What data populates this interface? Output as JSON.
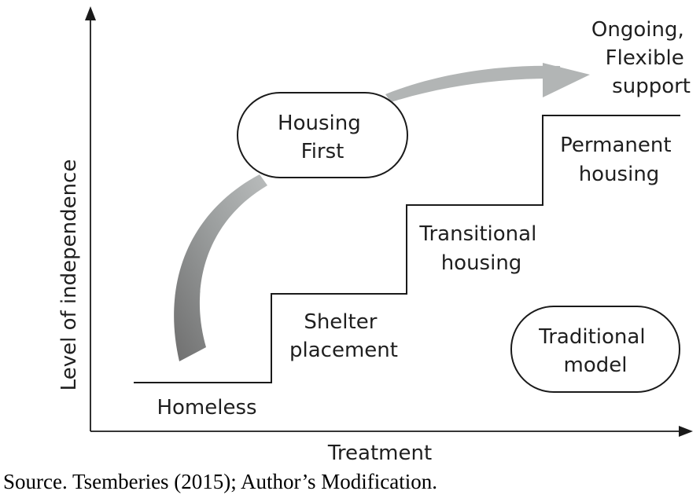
{
  "axes": {
    "y_label": "Level of independence",
    "x_label": "Treatment"
  },
  "steps": {
    "homeless": "Homeless",
    "shelter": [
      "Shelter",
      "placement"
    ],
    "transitional": [
      "Transitional",
      "housing"
    ],
    "permanent": [
      "Permanent",
      "housing"
    ]
  },
  "boxes": {
    "housing_first": [
      "Housing",
      "First"
    ],
    "traditional": [
      "Traditional",
      "model"
    ]
  },
  "ongoing": [
    "Ongoing,",
    "Flexible",
    "support"
  ],
  "source": "Source. Tsemberies (2015); Author’s Modification.",
  "colors": {
    "line": "#1a1a1a",
    "arrow_dark": "#6f6f6f",
    "arrow_light": "#b9bcbc"
  }
}
